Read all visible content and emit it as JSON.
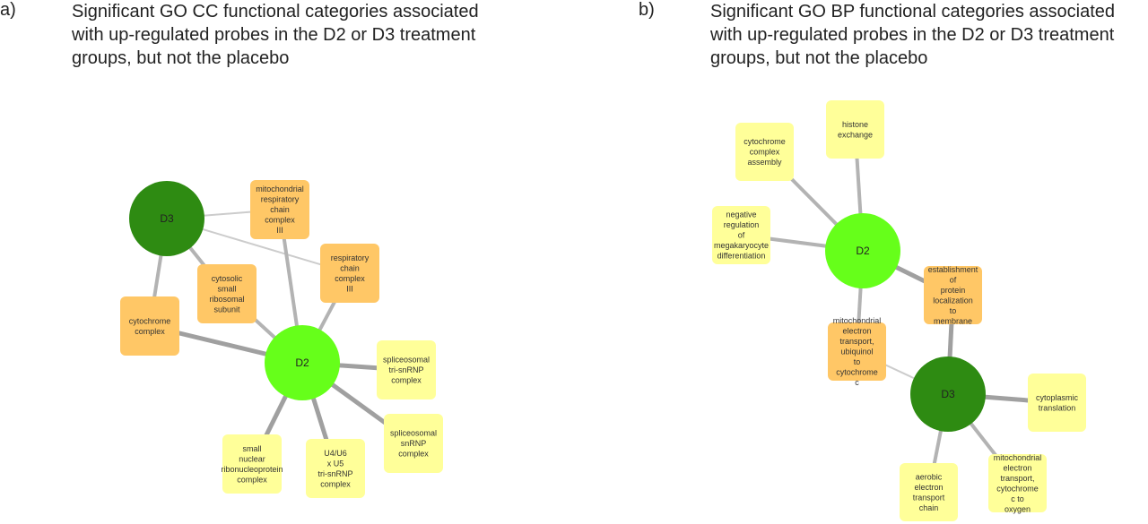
{
  "panels": [
    {
      "letter": "a)",
      "title_lines": [
        "Significant GO CC functional categories associated",
        "with up-regulated probes in the D2 or D3 treatment",
        "groups, but not the placebo"
      ],
      "hubs": [
        {
          "id": "D3",
          "label": "D3",
          "color": "#2e8b12"
        },
        {
          "id": "D2",
          "label": "D2",
          "color": "#66ff1a"
        }
      ],
      "nodes": [
        {
          "id": "mito_resp_III",
          "lines": [
            "mitochondrial",
            "respiratory",
            "chain",
            "complex",
            "III"
          ],
          "color": "#ffc766"
        },
        {
          "id": "resp_III",
          "lines": [
            "respiratory",
            "chain",
            "complex",
            "III"
          ],
          "color": "#ffc766"
        },
        {
          "id": "cytosolic",
          "lines": [
            "cytosolic",
            "small",
            "ribosomal",
            "subunit"
          ],
          "color": "#ffc766"
        },
        {
          "id": "cytochrome",
          "lines": [
            "cytochrome",
            "complex"
          ],
          "color": "#ffc766"
        },
        {
          "id": "tri_snRNP",
          "lines": [
            "spliceosomal",
            "tri-snRNP",
            "complex"
          ],
          "color": "#ffff99"
        },
        {
          "id": "snRNP",
          "lines": [
            "spliceosomal",
            "snRNP",
            "complex"
          ],
          "color": "#ffff99"
        },
        {
          "id": "u4u6",
          "lines": [
            "U4/U6",
            "x U5",
            "tri-snRNP",
            "complex"
          ],
          "color": "#ffff99"
        },
        {
          "id": "small_nuclear",
          "lines": [
            "small",
            "nuclear",
            "ribonucleoprotein",
            "complex"
          ],
          "color": "#ffff99"
        }
      ],
      "edges": [
        {
          "from": "D3",
          "to": "mito_resp_III",
          "weight": "thin"
        },
        {
          "from": "D3",
          "to": "resp_III",
          "weight": "thin"
        },
        {
          "from": "D3",
          "to": "cytosolic",
          "weight": "medium"
        },
        {
          "from": "D3",
          "to": "cytochrome",
          "weight": "medium"
        },
        {
          "from": "D2",
          "to": "mito_resp_III",
          "weight": "medium"
        },
        {
          "from": "D2",
          "to": "resp_III",
          "weight": "medium"
        },
        {
          "from": "D2",
          "to": "cytosolic",
          "weight": "medium"
        },
        {
          "from": "D2",
          "to": "cytochrome",
          "weight": "thick"
        },
        {
          "from": "D2",
          "to": "tri_snRNP",
          "weight": "thick"
        },
        {
          "from": "D2",
          "to": "snRNP",
          "weight": "thick"
        },
        {
          "from": "D2",
          "to": "u4u6",
          "weight": "thick"
        },
        {
          "from": "D2",
          "to": "small_nuclear",
          "weight": "thick"
        }
      ]
    },
    {
      "letter": "b)",
      "title_lines": [
        "Significant GO BP functional categories associated",
        "with up-regulated probes in the D2 or D3 treatment",
        "groups, but not the placebo"
      ],
      "hubs": [
        {
          "id": "D2",
          "label": "D2",
          "color": "#66ff1a"
        },
        {
          "id": "D3",
          "label": "D3",
          "color": "#2e8b12"
        }
      ],
      "nodes": [
        {
          "id": "cyto_assembly",
          "lines": [
            "cytochrome",
            "complex",
            "assembly"
          ],
          "color": "#ffff99"
        },
        {
          "id": "histone",
          "lines": [
            "histone",
            "exchange"
          ],
          "color": "#ffff99"
        },
        {
          "id": "neg_reg",
          "lines": [
            "negative",
            "regulation",
            "of",
            "megakaryocyte",
            "differentiation"
          ],
          "color": "#ffff99"
        },
        {
          "id": "establishment",
          "lines": [
            "establishment",
            "of",
            "protein",
            "localization",
            "to",
            "membrane"
          ],
          "color": "#ffc766"
        },
        {
          "id": "mito_ubiquinol",
          "lines": [
            "mitochondrial",
            "electron",
            "transport,",
            "ubiquinol",
            "to",
            "cytochrome",
            "c"
          ],
          "color": "#ffc766"
        },
        {
          "id": "cyto_translation",
          "lines": [
            "cytoplasmic",
            "translation"
          ],
          "color": "#ffff99"
        },
        {
          "id": "aerobic",
          "lines": [
            "aerobic",
            "electron",
            "transport",
            "chain"
          ],
          "color": "#ffff99"
        },
        {
          "id": "mito_cyto_oxygen",
          "lines": [
            "mitochondrial",
            "electron",
            "transport,",
            "cytochrome",
            "c to",
            "oxygen"
          ],
          "color": "#ffff99"
        }
      ],
      "edges": [
        {
          "from": "D2",
          "to": "cyto_assembly",
          "weight": "medium"
        },
        {
          "from": "D2",
          "to": "histone",
          "weight": "medium"
        },
        {
          "from": "D2",
          "to": "neg_reg",
          "weight": "medium"
        },
        {
          "from": "D2",
          "to": "establishment",
          "weight": "thick"
        },
        {
          "from": "D2",
          "to": "mito_ubiquinol",
          "weight": "medium"
        },
        {
          "from": "D3",
          "to": "establishment",
          "weight": "thick"
        },
        {
          "from": "D3",
          "to": "mito_ubiquinol",
          "weight": "thin"
        },
        {
          "from": "D3",
          "to": "cyto_translation",
          "weight": "thick"
        },
        {
          "from": "D3",
          "to": "aerobic",
          "weight": "medium"
        },
        {
          "from": "D3",
          "to": "mito_cyto_oxygen",
          "weight": "medium"
        }
      ]
    }
  ],
  "edge_colors": {
    "thin": "#cccccc",
    "medium": "#b3b3b3",
    "thick": "#a0a0a0"
  }
}
